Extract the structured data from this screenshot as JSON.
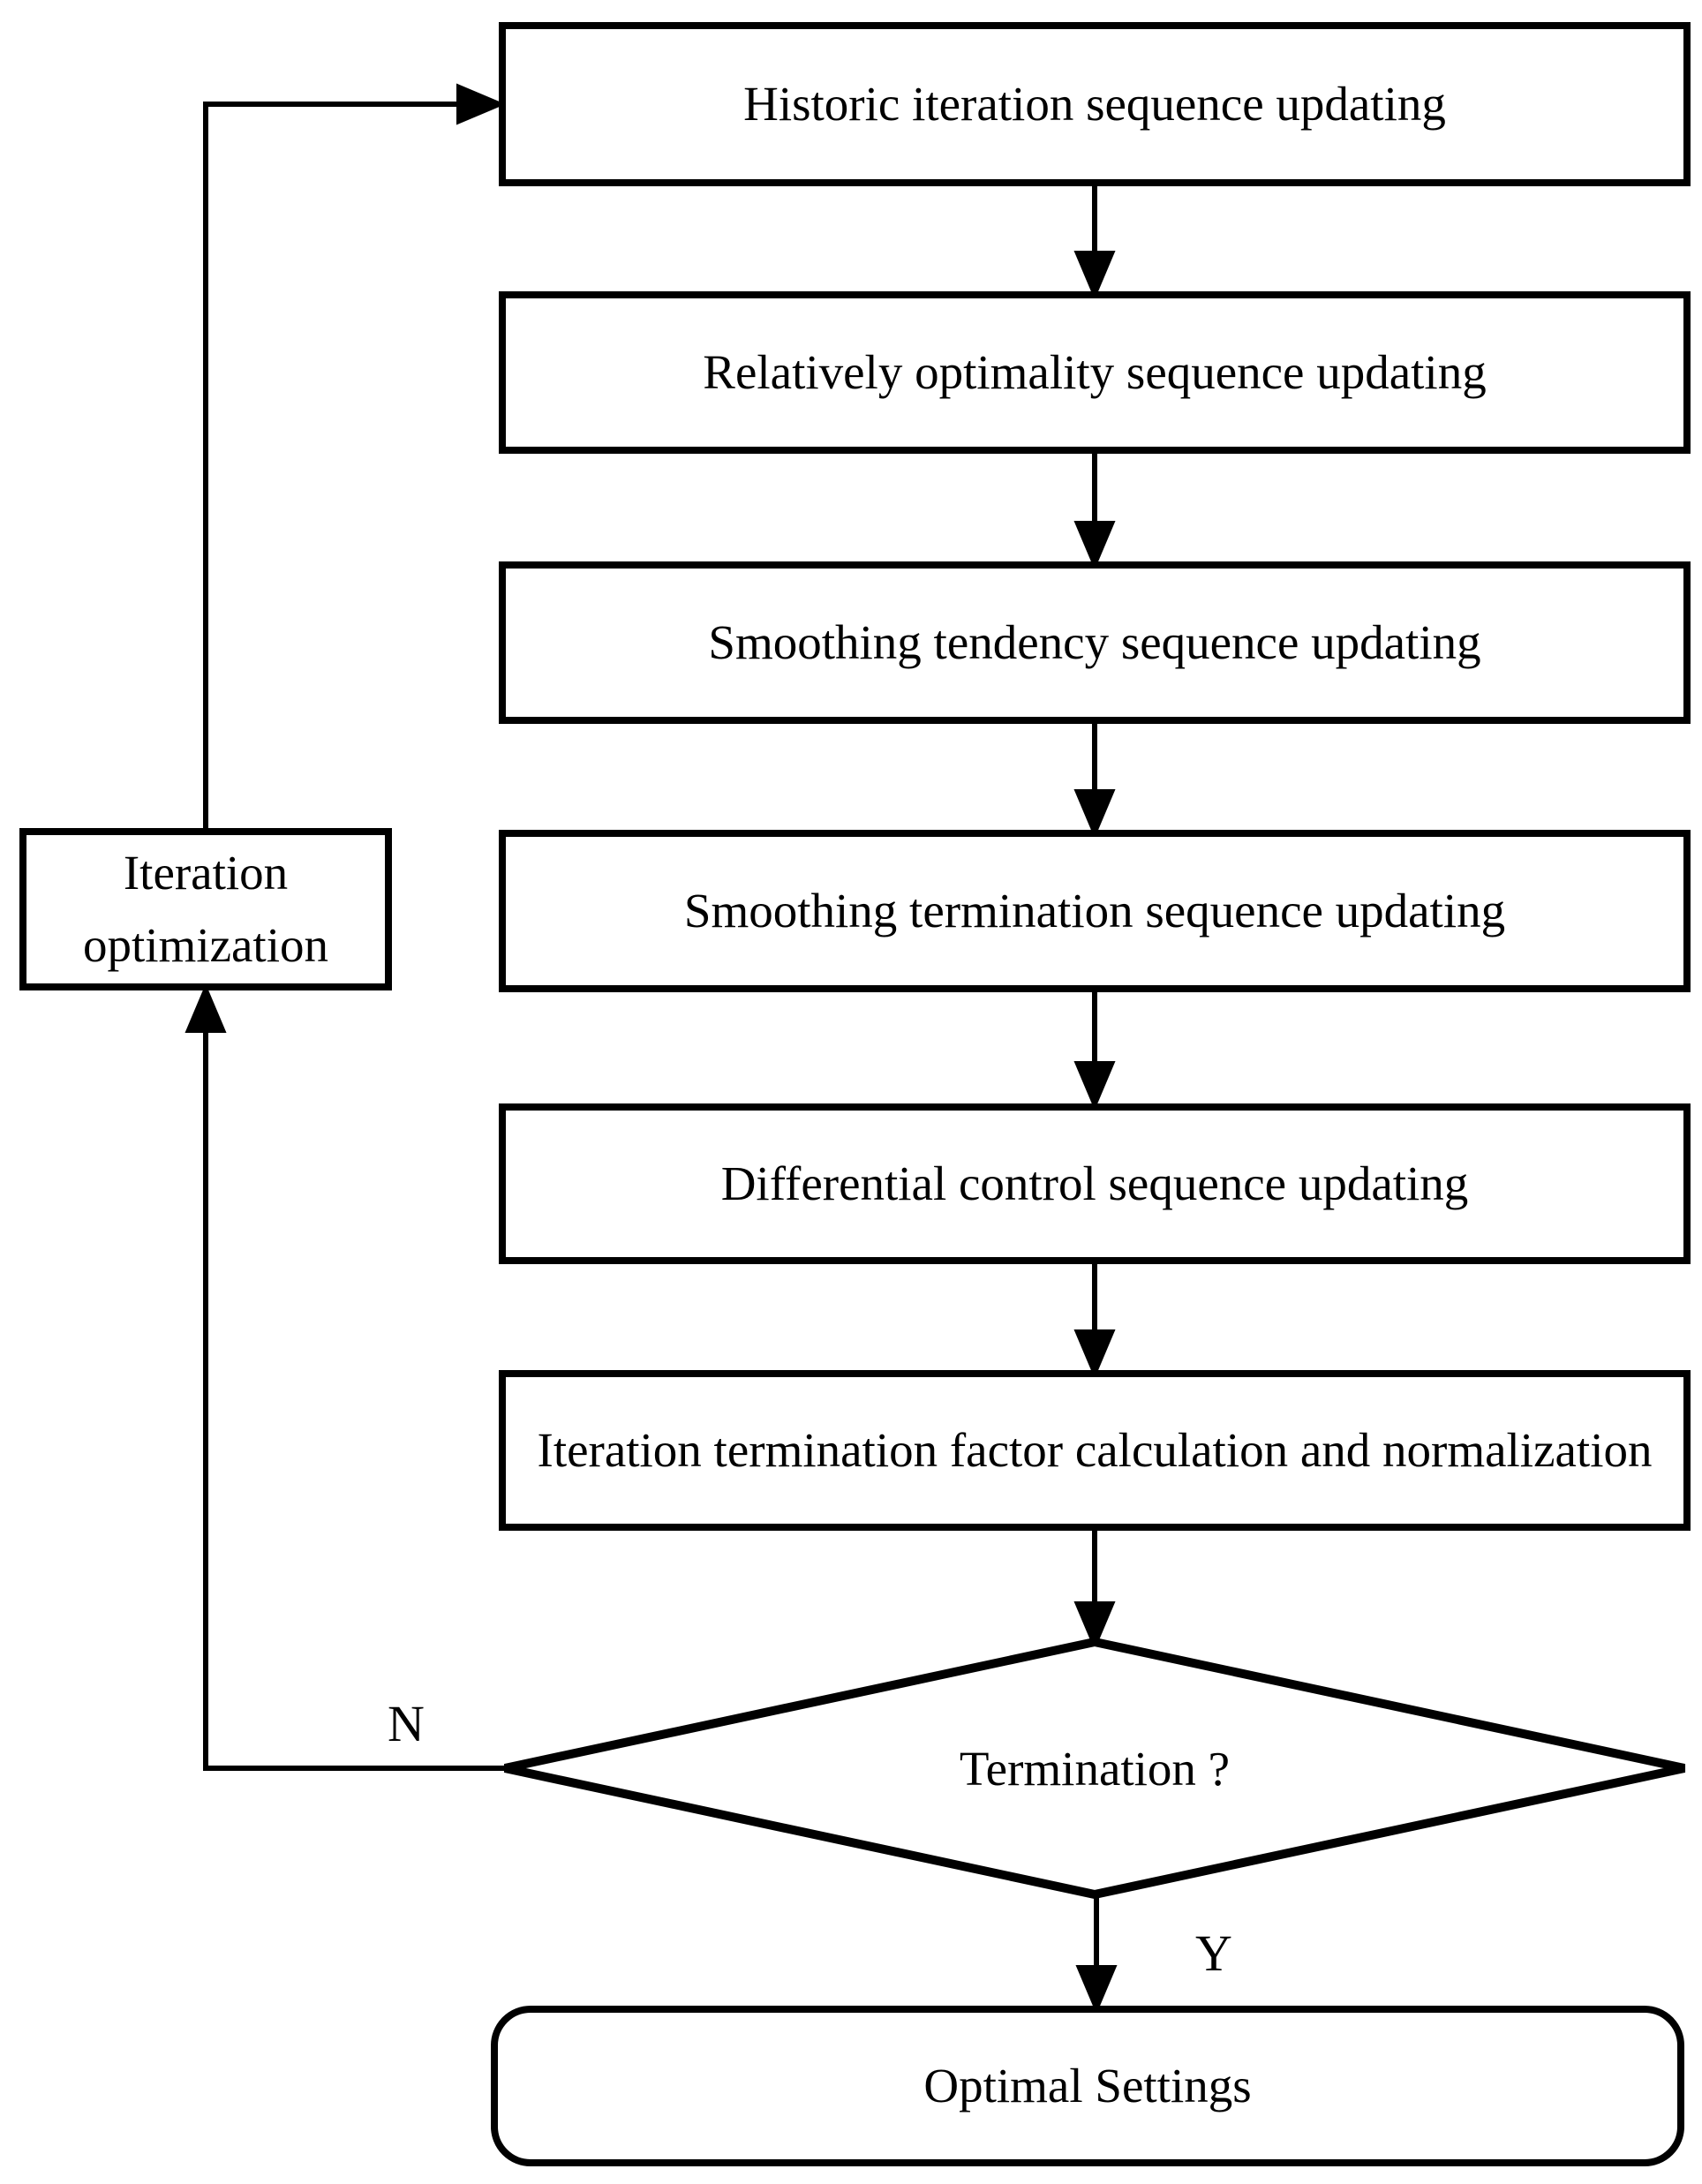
{
  "figure": {
    "type": "flowchart",
    "colors": {
      "stroke": "#000000",
      "background": "#ffffff"
    },
    "process_boxes": [
      {
        "label": "Historic iteration sequence updating"
      },
      {
        "label": "Relatively optimality sequence updating"
      },
      {
        "label": "Smoothing tendency sequence updating"
      },
      {
        "label": "Smoothing termination sequence updating"
      },
      {
        "label": "Differential control sequence updating"
      },
      {
        "label": "Iteration termination factor calculation and normalization"
      }
    ],
    "side_box": {
      "label": "Iteration optimization"
    },
    "decision": {
      "label": "Termination ?"
    },
    "terminal_box": {
      "label": "Optimal Settings"
    },
    "branch_labels": {
      "no": "N",
      "yes": "Y"
    }
  }
}
